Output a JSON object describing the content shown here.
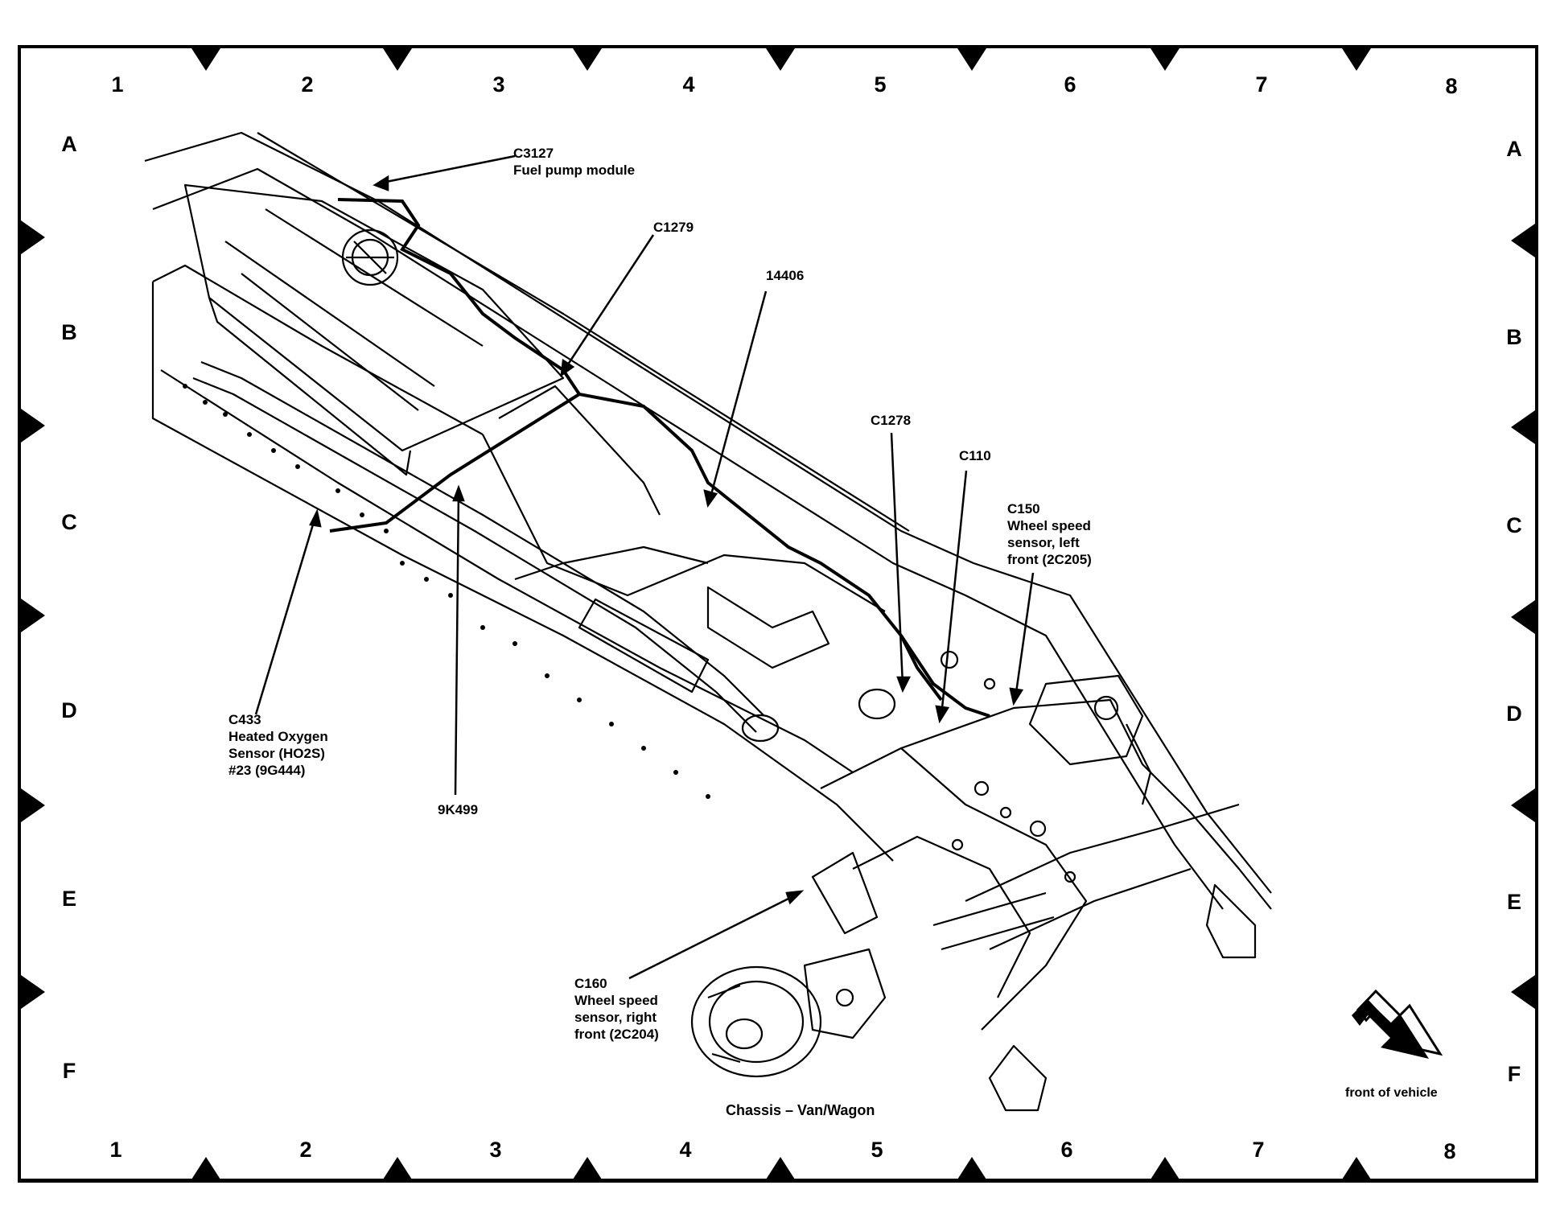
{
  "grid": {
    "columns": [
      "1",
      "2",
      "3",
      "4",
      "5",
      "6",
      "7",
      "8"
    ],
    "rows": [
      "A",
      "B",
      "C",
      "D",
      "E",
      "F"
    ]
  },
  "callouts": {
    "c3127": {
      "id": "C3127",
      "desc": "Fuel pump module"
    },
    "c1279": {
      "id": "C1279"
    },
    "n14406": {
      "id": "14406"
    },
    "c1278": {
      "id": "C1278"
    },
    "c110": {
      "id": "C110"
    },
    "c150": {
      "id": "C150",
      "lines": [
        "Wheel speed",
        "sensor, left",
        "front (2C205)"
      ]
    },
    "c433": {
      "id": "C433",
      "lines": [
        "Heated Oxygen",
        "Sensor (HO2S)",
        "#23 (9G444)"
      ]
    },
    "n9k499": {
      "id": "9K499"
    },
    "c160": {
      "id": "C160",
      "lines": [
        "Wheel speed",
        "sensor, right",
        "front (2C204)"
      ]
    }
  },
  "caption": "Chassis – Van/Wagon",
  "front_note": "front of vehicle"
}
